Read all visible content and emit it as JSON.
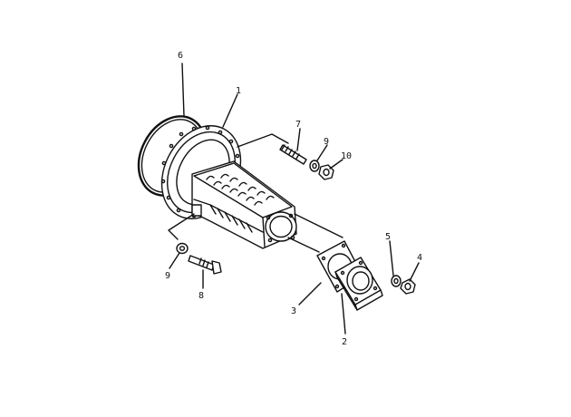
{
  "colors": {
    "ink": "#111111",
    "background": "#ffffff"
  },
  "callouts": {
    "c1": "1",
    "c2": "2",
    "c3": "3",
    "c4": "4",
    "c5": "5",
    "c6": "6",
    "c7": "7",
    "c8": "8",
    "c9a": "9",
    "c9b": "9",
    "c10": "10"
  },
  "parts": [
    "o-ring",
    "housing",
    "gasket",
    "cover-plate",
    "bolt",
    "washer",
    "stud",
    "nut"
  ]
}
